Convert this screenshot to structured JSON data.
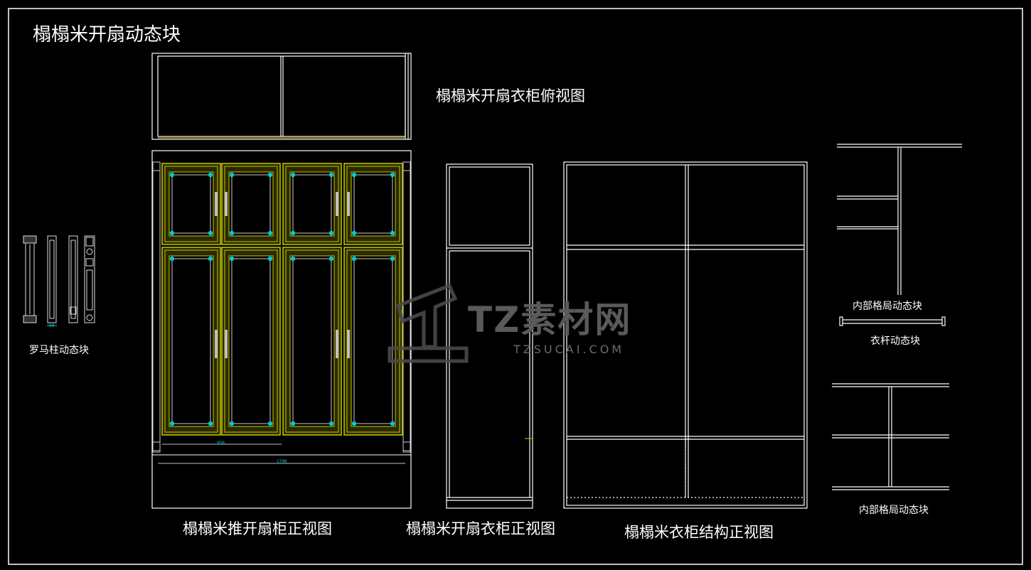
{
  "title": "榻榻米开扇动态块",
  "labels": {
    "top_view": "榻榻米开扇衣柜俯视图",
    "push_front": "榻榻米推开扇柜正视图",
    "side_front": "榻榻米开扇衣柜正视图",
    "structure_front": "榻榻米衣柜结构正视图",
    "roman_column": "罗马柱动态块",
    "inner_layout_1": "内部格局动态块",
    "clothes_rod": "衣杆动态块",
    "inner_layout_2": "内部格局动态块"
  },
  "dimensions": {
    "door_width": "950",
    "total_width": "1700",
    "column_width": "50"
  },
  "watermark": {
    "brand": "TZ素材网",
    "url": "TZSUCAI.COM"
  },
  "colors": {
    "background": "#000000",
    "line": "#ffffff",
    "door_frame": "#c8c800",
    "ornament": "#00c8d8",
    "handle": "#c0c0c0"
  }
}
